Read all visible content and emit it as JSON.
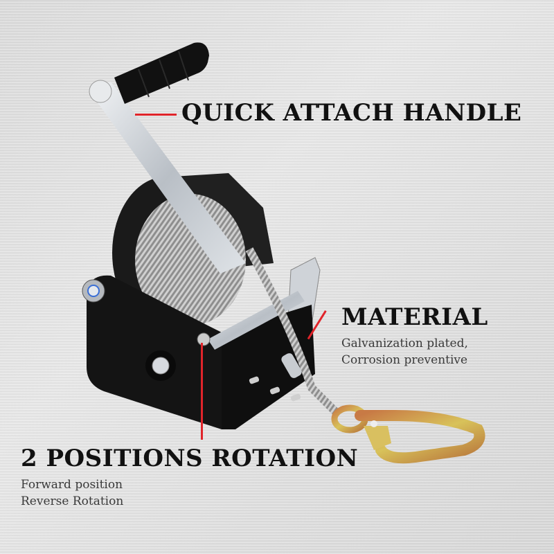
{
  "product": {
    "name": "hand-winch",
    "colors": {
      "background": "#dcdcdc",
      "body": "#151515",
      "cable": "#9a9a9a",
      "handle_grip": "#111111",
      "hook": "#c9a040",
      "callout_line": "#e0242a"
    }
  },
  "callouts": {
    "handle": {
      "title": "QUICK ATTACH HANDLE"
    },
    "material": {
      "title": "MATERIAL",
      "lines": [
        "Galvanization plated,",
        "Corrosion preventive"
      ]
    },
    "rotation": {
      "title": "2 POSITIONS ROTATION",
      "lines": [
        "Forward position",
        "Reverse Rotation"
      ]
    }
  }
}
